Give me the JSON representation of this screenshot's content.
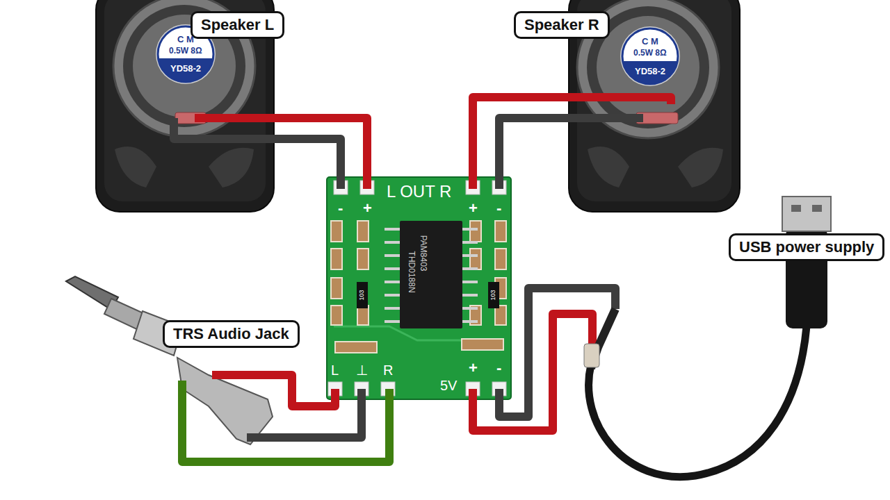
{
  "diagram": {
    "nodes": [
      {
        "text": [
          "Speaker L"
        ]
      },
      {
        "text": [
          "Speaker R"
        ]
      },
      {
        "text": [
          "TRS Audio Jack"
        ]
      },
      {
        "text": [
          "USB power supply"
        ]
      }
    ],
    "labels": [
      "C M",
      "0.5W 8Ω",
      "YD58-2",
      "C M",
      "0.5W 8Ω",
      "YD58-2",
      "L OUT R",
      "-",
      "+",
      "+",
      "-",
      "PAM8403",
      "THD0188N",
      "103",
      "103",
      "L",
      "⊥",
      "R",
      "5V",
      "+",
      "-"
    ]
  }
}
